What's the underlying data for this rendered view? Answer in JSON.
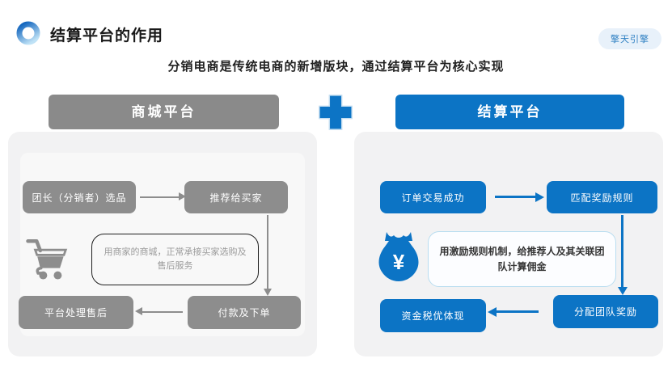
{
  "header": {
    "title": "结算平台的作用",
    "badge": "擎天引擎",
    "subtitle": "分销电商是传统电商的新增版块，通过结算平台为核心实现"
  },
  "left": {
    "title": "商城平台",
    "node_select": "团长（分销者）选品",
    "node_recommend": "推荐给买家",
    "node_pay": "付款及下单",
    "node_aftersale": "平台处理售后",
    "note": "用商家的商城，正常承接买家选购及售后服务"
  },
  "right": {
    "title": "结算平台",
    "node_order": "订单交易成功",
    "node_match": "匹配奖励规则",
    "node_distribute": "分配团队奖励",
    "node_fund": "资金税优体现",
    "note": "用激励规则机制，给推荐人及其关联团队计算佣金",
    "money_symbol": "¥"
  },
  "colors": {
    "accent_blue": "#0c74c5",
    "node_gray": "#8d8d8d",
    "panel_bg": "#f2f2f3",
    "badge_bg": "#e8f1fa",
    "badge_text": "#2f80c3"
  }
}
